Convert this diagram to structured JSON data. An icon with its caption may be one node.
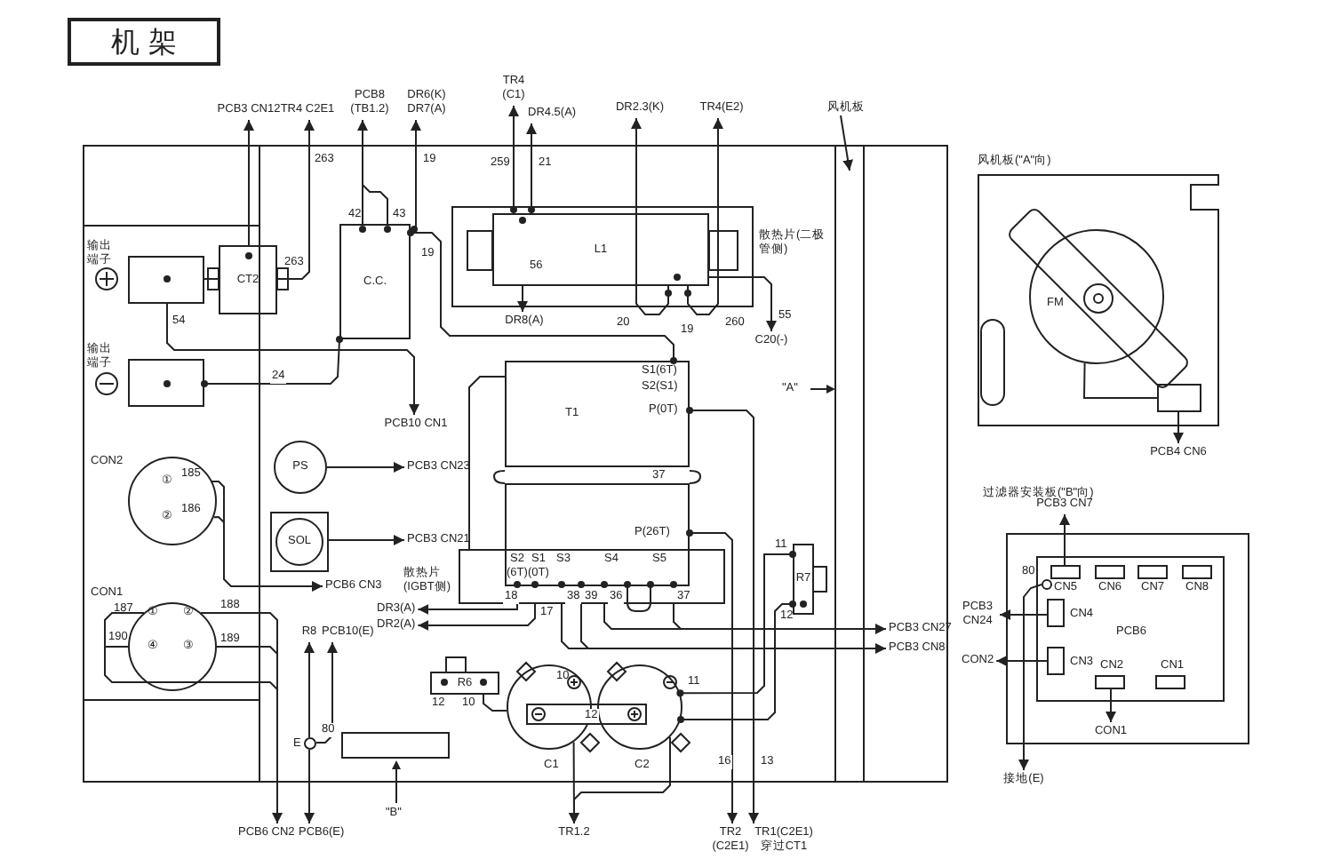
{
  "diagram": {
    "title": "机 架",
    "nodes": [
      {
        "text": [
          "CT2"
        ]
      },
      {
        "text": [
          "输出端子"
        ]
      },
      {
        "text": [
          "输出端子"
        ]
      },
      {
        "text": [
          "C.C."
        ]
      },
      {
        "text": [
          "散热片(二极管侧)"
        ]
      },
      {
        "text": [
          "L1"
        ],
        "in": 4
      },
      {
        "text": [
          "T1"
        ]
      },
      {
        "text": [
          "散热片(IGBT侧)"
        ]
      },
      {
        "text": [
          "PS"
        ]
      },
      {
        "text": [
          "SOL"
        ]
      },
      {
        "text": [
          "CON2"
        ]
      },
      {
        "text": [
          "CON1"
        ]
      },
      {
        "text": [
          "R6"
        ]
      },
      {
        "text": [
          "R7"
        ]
      },
      {
        "text": [
          "C1"
        ]
      },
      {
        "text": [
          "C2"
        ]
      },
      {
        "text": [
          "12"
        ]
      },
      {
        "text": [],
        "shape": "box"
      },
      {
        "text": [],
        "shape": "box",
        "in": 21
      },
      {
        "text": [
          "风机板"
        ]
      },
      {
        "text": [
          "E"
        ]
      },
      {
        "text": [
          "风机板(\"A\"向)"
        ]
      },
      {
        "text": [
          "FM"
        ],
        "in": 21
      },
      {
        "text": [
          "过滤器安装板(\"B\"向)"
        ]
      },
      {
        "text": [
          "PCB6"
        ],
        "in": 23
      },
      {
        "text": [
          "CN5"
        ],
        "in": 24
      },
      {
        "text": [
          "CN6"
        ],
        "in": 24
      },
      {
        "text": [
          "CN7"
        ],
        "in": 24
      },
      {
        "text": [
          "CN8"
        ],
        "in": 24
      },
      {
        "text": [
          "CN4"
        ],
        "in": 24
      },
      {
        "text": [
          "CN3"
        ],
        "in": 24
      },
      {
        "text": [
          "CN2"
        ],
        "in": 24
      },
      {
        "text": [
          "CN1"
        ],
        "in": 24
      },
      {
        "text": [],
        "shape": "circle",
        "in": 24
      },
      {
        "text": [
          "PCB3 CN12"
        ]
      },
      {
        "text": [
          "TR4 C2E1"
        ]
      },
      {
        "text": [
          "PCB8 (TB1.2)"
        ]
      },
      {
        "text": [
          "DR6(K) DR7(A)"
        ]
      },
      {
        "text": [
          "TR4 (C1)"
        ]
      },
      {
        "text": [
          "DR4.5(A)"
        ]
      },
      {
        "text": [
          "DR2.3(K)"
        ]
      },
      {
        "text": [
          "TR4(E2)"
        ]
      },
      {
        "text": [
          "DR8(A)"
        ]
      },
      {
        "text": [
          "C20(-)"
        ]
      },
      {
        "text": [
          "PCB10 CN1"
        ]
      },
      {
        "text": [
          "PCB3 CN23"
        ]
      },
      {
        "text": [
          "PCB3 CN21"
        ]
      },
      {
        "text": [
          "PCB6 CN3"
        ]
      },
      {
        "text": [
          "DR3(A)"
        ]
      },
      {
        "text": [
          "DR2(A)"
        ]
      },
      {
        "text": [
          "R8"
        ]
      },
      {
        "text": [
          "PCB10(E)"
        ]
      },
      {
        "text": [
          "PCB3 CN27"
        ]
      },
      {
        "text": [
          "PCB3 CN8"
        ]
      },
      {
        "text": [
          "PCB6 CN2"
        ]
      },
      {
        "text": [
          "PCB6(E)"
        ]
      },
      {
        "text": [
          "TR1.2"
        ]
      },
      {
        "text": [
          "TR2 (C2E1)"
        ]
      },
      {
        "text": [
          "TR1(C2E1) 穿过CT1"
        ]
      },
      {
        "text": [
          "PCB4 CN6"
        ]
      },
      {
        "text": [
          "PCB3 CN7"
        ]
      },
      {
        "text": [
          "PCB3 CN24"
        ]
      },
      {
        "text": [
          "CON2"
        ]
      },
      {
        "text": [
          "CON1"
        ],
        "in": 23
      },
      {
        "text": [
          "接地(E)"
        ]
      }
    ],
    "edges": [
      {
        "from": 0,
        "to": 34,
        "arrow": "to"
      },
      {
        "from": 0,
        "to": 35,
        "arrow": "to",
        "label": "263"
      },
      {
        "from": 3,
        "to": 36,
        "arrow": "to"
      },
      {
        "from": 3,
        "to": 37,
        "arrow": "to",
        "label": "19"
      },
      {
        "from": 1,
        "to": 44,
        "arrow": "to",
        "label": "54"
      },
      {
        "from": 2,
        "to": 3,
        "arrow": "other",
        "label": "24"
      },
      {
        "from": 3,
        "to": 6,
        "arrow": "other",
        "label": "19"
      },
      {
        "from": 5,
        "to": 38,
        "arrow": "to",
        "label": "259"
      },
      {
        "from": 5,
        "to": 39,
        "arrow": "to",
        "label": "21"
      },
      {
        "from": 5,
        "to": 42,
        "arrow": "to",
        "label": "56"
      },
      {
        "from": 5,
        "to": 40,
        "arrow": "to",
        "label": "20"
      },
      {
        "from": 5,
        "to": 41,
        "arrow": "to",
        "label": "260"
      },
      {
        "from": 5,
        "to": 43,
        "arrow": "to",
        "label": "55"
      },
      {
        "from": 19,
        "to": null,
        "arrow": "to"
      },
      {
        "from": 8,
        "to": 45,
        "arrow": "to"
      },
      {
        "from": 9,
        "to": 46,
        "arrow": "to"
      },
      {
        "from": 10,
        "to": 47,
        "arrow": "to"
      },
      {
        "from": 11,
        "to": 54,
        "arrow": "to"
      },
      {
        "from": 6,
        "to": 57,
        "arrow": "to",
        "label": "16"
      },
      {
        "from": 6,
        "to": 58,
        "arrow": "to",
        "label": "13"
      },
      {
        "from": 7,
        "to": 48,
        "arrow": "to",
        "label": "18"
      },
      {
        "from": 7,
        "to": 49,
        "arrow": "to",
        "label": "17"
      },
      {
        "from": 7,
        "to": 52,
        "arrow": "to",
        "label": "36"
      },
      {
        "from": 7,
        "to": 53,
        "arrow": "to",
        "label": "38"
      },
      {
        "from": 13,
        "to": 15,
        "arrow": "other",
        "label": "11"
      },
      {
        "from": 13,
        "to": 15,
        "arrow": "other"
      },
      {
        "from": 12,
        "to": 14,
        "arrow": "none",
        "label": "10"
      },
      {
        "from": 14,
        "to": 56,
        "arrow": "to"
      },
      {
        "from": 15,
        "to": 56,
        "arrow": "to"
      },
      {
        "from": 20,
        "to": 50,
        "arrow": "to"
      },
      {
        "from": 20,
        "to": 51,
        "arrow": "to",
        "label": "80"
      },
      {
        "from": 20,
        "to": 55,
        "arrow": "to"
      },
      {
        "from": 22,
        "to": 18,
        "arrow": "none"
      },
      {
        "from": 25,
        "to": 60,
        "arrow": "to"
      },
      {
        "from": 29,
        "to": 61,
        "arrow": "to"
      },
      {
        "from": 30,
        "to": 62,
        "arrow": "to"
      },
      {
        "from": 31,
        "to": 63,
        "arrow": "to"
      },
      {
        "from": 33,
        "to": 64,
        "arrow": "to",
        "label": "80"
      },
      {
        "from": 1,
        "to": 0,
        "arrow": "none"
      },
      {
        "from": 6,
        "to": 7,
        "arrow": "none"
      },
      {
        "from": 18,
        "to": 59,
        "arrow": "to"
      }
    ],
    "labels": [
      "263",
      "42",
      "43",
      "19",
      "S1(6T)",
      "S2(S1)",
      "P(0T)",
      "37",
      "P(26T)",
      "S2",
      "(6T)",
      "S1",
      "(0T)",
      "S3",
      "S4",
      "S5",
      "39",
      "37",
      "①",
      "185",
      "②",
      "186",
      "187",
      "①",
      "②",
      "188",
      "190",
      "④",
      "③",
      "189",
      "10",
      "11",
      "12",
      "12",
      "\"A\"",
      "\"B\""
    ]
  }
}
